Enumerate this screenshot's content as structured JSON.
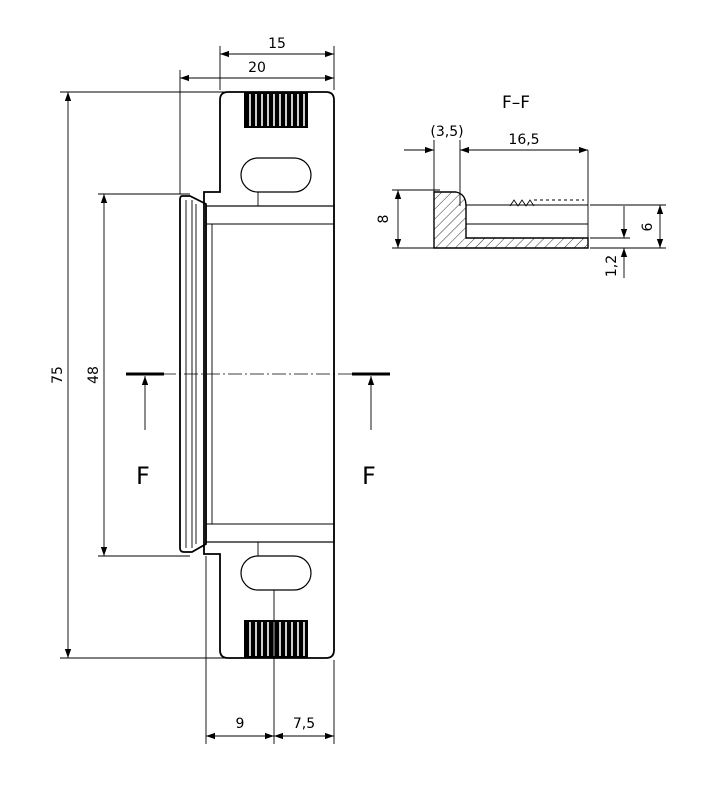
{
  "drawing": {
    "dims": {
      "top_15": "15",
      "top_20": "20",
      "height_75": "75",
      "height_48": "48",
      "bottom_9": "9",
      "bottom_7_5": "7,5"
    },
    "section_labels": {
      "left": "F",
      "right": "F"
    },
    "section_view": {
      "title": "F–F",
      "dim_3_5": "(3,5)",
      "dim_16_5": "16,5",
      "dim_8": "8",
      "dim_6": "6",
      "dim_1_2": "1,2"
    }
  },
  "colors": {
    "line": "#000000",
    "background": "#ffffff"
  }
}
